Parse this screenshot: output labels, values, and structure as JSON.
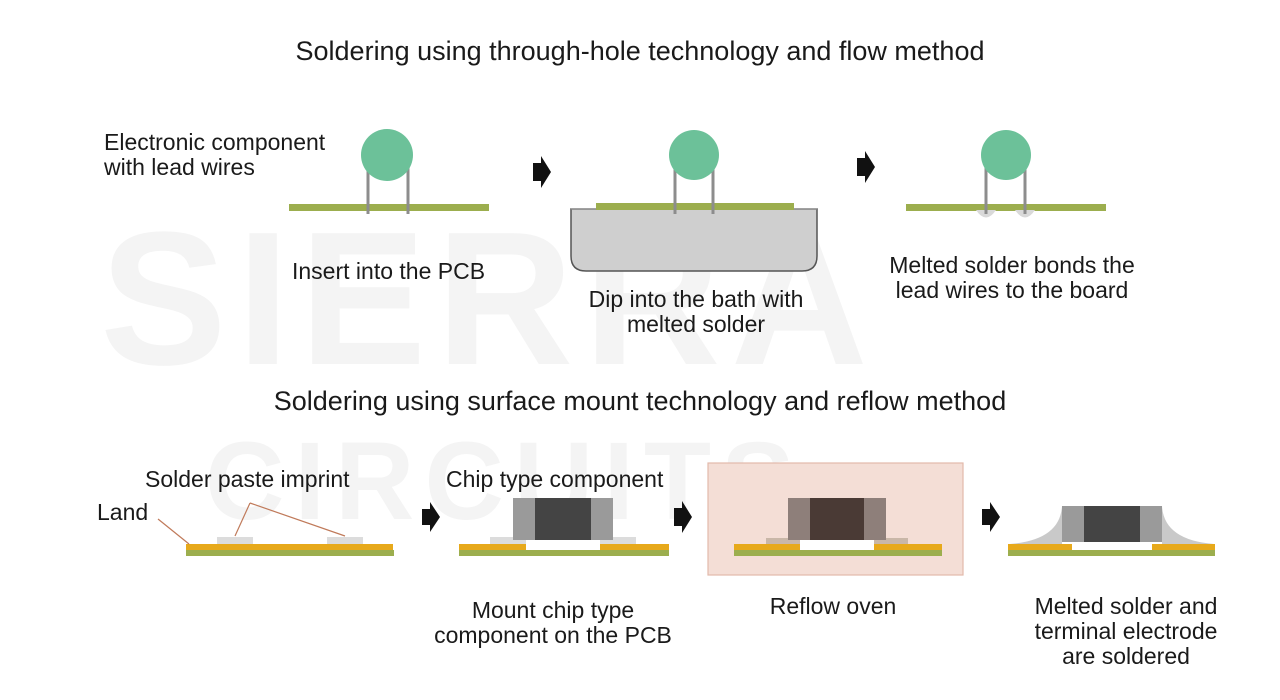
{
  "watermark": {
    "line1": "SIERRA",
    "line2": "CIRCUITS"
  },
  "through_hole": {
    "title": "Soldering using through-hole technology and flow method",
    "component_label": [
      "Electronic component",
      "with lead wires"
    ],
    "step1_label": "Insert into the PCB",
    "step2_label": [
      "Dip into the bath with",
      "melted solder"
    ],
    "step3_label": [
      "Melted solder bonds the",
      "lead wires to the board"
    ]
  },
  "smt": {
    "title": "Soldering using surface mount technology and reflow method",
    "paste_label": "Solder paste imprint",
    "land_label": "Land",
    "chip_label": "Chip type component",
    "step2_label": [
      "Mount chip type",
      "component on the PCB"
    ],
    "step3_label": "Reflow oven",
    "step4_label": [
      "Melted solder and",
      "terminal electrode",
      "are soldered"
    ]
  },
  "colors": {
    "component": "#6cc199",
    "pcb": "#9cae4e",
    "land": "#e7a91b",
    "solder_bath": "#cfcfcf",
    "chip_body": "#444444",
    "chip_terminal": "#9a9a9a",
    "oven": "#f4ded6",
    "arrow": "#111111"
  }
}
